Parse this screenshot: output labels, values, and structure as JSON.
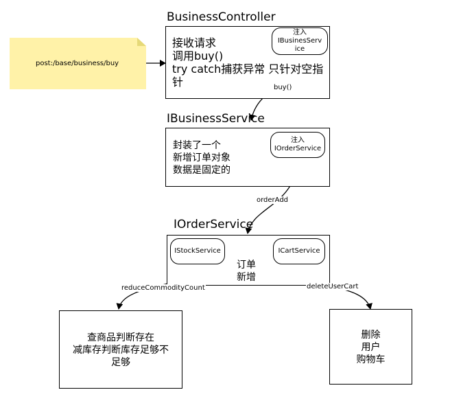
{
  "note": {
    "text": "post:/base/business/buy"
  },
  "business_controller": {
    "title": "BusinessController",
    "lines": [
      "接收请求",
      "调用buy()",
      "try catch捕获异常 只针对空指",
      "针"
    ],
    "inject": {
      "label": "注入",
      "service_line1": "IBusinesServ",
      "service_line2": "ice"
    }
  },
  "ibusiness_service": {
    "title": "IBusinessService",
    "lines": [
      "封装了一个",
      "新增订单对象",
      "数据是固定的"
    ],
    "inject": {
      "label": "注入",
      "service": "IOrderService"
    }
  },
  "iorder_service": {
    "title": "IOrderService",
    "lines": [
      "订单",
      "新增"
    ],
    "stock_service": "IStockService",
    "cart_service": "ICartService"
  },
  "stock_box": {
    "lines": [
      "查商品判断存在",
      "减库存判断库存足够不",
      "足够"
    ]
  },
  "cart_box": {
    "lines": [
      "删除",
      "用户",
      "购物车"
    ]
  },
  "edges": {
    "buy": "buy()",
    "order_add": "orderAdd",
    "reduce": "reduceCommodityCount",
    "delete_cart": "deleteUserCart"
  },
  "colors": {
    "note_fill": "#fff2a8",
    "note_fold": "#e6d978",
    "stroke": "#000000"
  }
}
